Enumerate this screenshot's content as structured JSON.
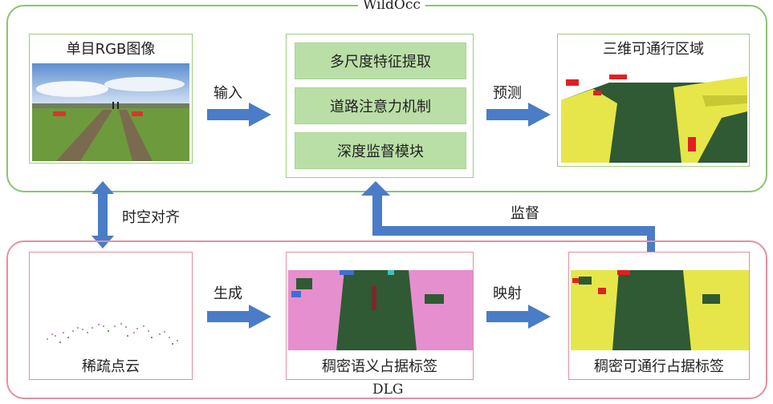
{
  "wildocc": {
    "title": "WildOcc",
    "input_panel_label": "单目RGB图像",
    "modules": [
      "多尺度特征提取",
      "道路注意力机制",
      "深度监督模块"
    ],
    "output_panel_label": "三维可通行区域",
    "arrow_input_label": "输入",
    "arrow_predict_label": "预测"
  },
  "dlg": {
    "title": "DLG",
    "sparse_panel_label": "稀疏点云",
    "semantic_panel_label": "稠密语义占据标签",
    "traversable_panel_label": "稠密可通行占据标签",
    "arrow_generate_label": "生成",
    "arrow_map_label": "映射"
  },
  "links": {
    "align_label": "时空对齐",
    "supervise_label": "监督"
  },
  "colors": {
    "top_frame": "#8cc46a",
    "bottom_frame": "#e58fa0",
    "module_fill": "#b9dfa6",
    "arrow": "#4a7cc7",
    "dark_green": "#2f5a33",
    "yellow": "#e6e64a",
    "pink": "#e58fcf",
    "red": "#e02020"
  }
}
